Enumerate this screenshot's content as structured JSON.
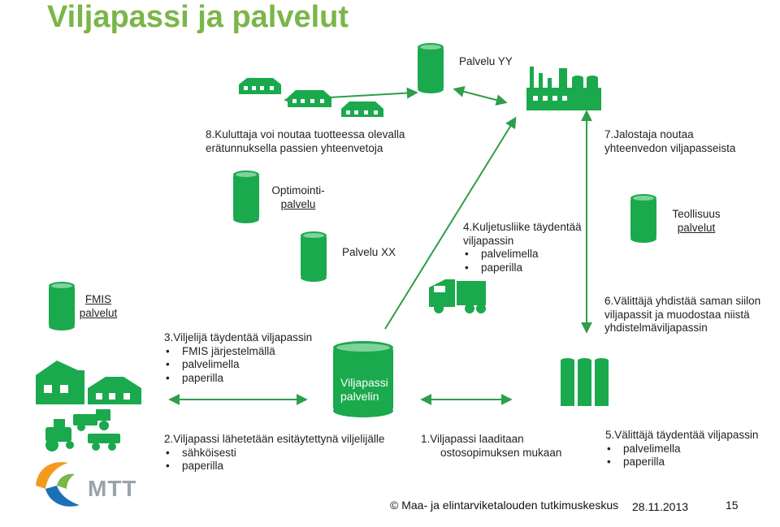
{
  "title": "Viljapassi ja palvelut",
  "labels": {
    "palvelu_yy": "Palvelu YY",
    "step8": [
      "8.Kuluttaja  voi noutaa tuotteessa olevalla",
      "erätunnuksella passien yhteenvetoja"
    ],
    "step7": [
      "7.Jalostaja noutaa",
      "yhteenvedon viljapasseista"
    ],
    "optimointi": [
      "Optimointi-",
      "palvelu"
    ],
    "palvelu_xx": "Palvelu XX",
    "step4": {
      "head": [
        "4.Kuljetusliike täydentää",
        "viljapassin"
      ],
      "bullets": [
        "palvelimella",
        "paperilla"
      ]
    },
    "teollisuus": [
      "Teollisuus",
      "palvelut"
    ],
    "fmis": [
      "FMIS",
      "palvelut"
    ],
    "step3": {
      "head": "3.Viljelijä täydentää viljapassin",
      "bullets": [
        "FMIS järjestelmällä",
        "palvelimella",
        "paperilla"
      ]
    },
    "step6": [
      "6.Välittäjä yhdistää saman siilon",
      "viljapassit ja muodostaa niistä",
      "yhdistelmäviljapassin"
    ],
    "viljapassi_palvelin": [
      "Viljapassi",
      "palvelin"
    ],
    "step2": {
      "head": "2.Viljapassi lähetetään esitäytettynä viljelijälle",
      "bullets": [
        "sähköisesti",
        "paperilla"
      ]
    },
    "step1": [
      "1.Viljapassi laaditaan",
      "ostosopimuksen mukaan"
    ],
    "step5": {
      "head": "5.Välittäjä täydentää viljapassin",
      "bullets": [
        "palvelimella",
        "paperilla"
      ]
    }
  },
  "logo": {
    "text": "MTT"
  },
  "footer": {
    "org": "© Maa- ja elintarviketalouden tutkimuskeskus",
    "date": "28.11.2013",
    "page": "15"
  },
  "colors": {
    "green": "#1aa94c",
    "title_green": "#7ab648",
    "arrow_green": "#2e9e4a",
    "logo_grey": "#9aa3a8",
    "logo_orange": "#f39a1e",
    "logo_blue": "#1d6fb8"
  }
}
